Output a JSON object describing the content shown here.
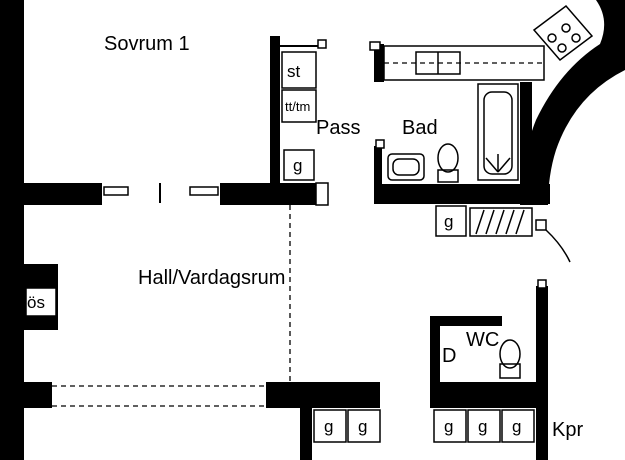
{
  "rooms": {
    "bedroom": "Sovrum 1",
    "passage": "Pass",
    "bath": "Bad",
    "hall": "Hall/Vardagsrum",
    "wc": "WC",
    "closet": "Kpr"
  },
  "fixtures": {
    "storage": "st",
    "dryer": "tt/tm",
    "wardrobe": "g",
    "cabinet": "ös",
    "wc_door_mark": "D"
  }
}
